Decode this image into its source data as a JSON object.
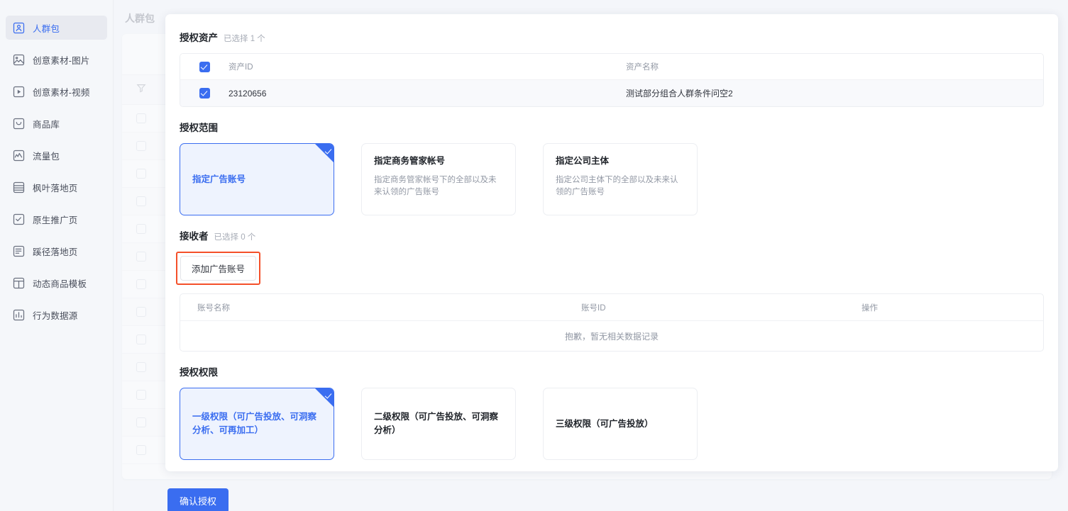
{
  "sidebar": {
    "items": [
      {
        "label": "人群包",
        "icon": "audience-icon",
        "active": true
      },
      {
        "label": "创意素材-图片",
        "icon": "image-icon",
        "active": false
      },
      {
        "label": "创意素材-视频",
        "icon": "video-icon",
        "active": false
      },
      {
        "label": "商品库",
        "icon": "product-icon",
        "active": false
      },
      {
        "label": "流量包",
        "icon": "traffic-icon",
        "active": false
      },
      {
        "label": "枫叶落地页",
        "icon": "pages-icon",
        "active": false
      },
      {
        "label": "原生推广页",
        "icon": "checkbox-icon",
        "active": false
      },
      {
        "label": "蹊径落地页",
        "icon": "document-icon",
        "active": false
      },
      {
        "label": "动态商品模板",
        "icon": "template-icon",
        "active": false
      },
      {
        "label": "行为数据源",
        "icon": "chart-icon",
        "active": false
      }
    ]
  },
  "background": {
    "page_title": "人群包"
  },
  "modal": {
    "asset_section": {
      "title": "授权资产",
      "subtitle": "已选择 1 个",
      "columns": [
        "资产ID",
        "资产名称"
      ],
      "rows": [
        {
          "id": "23120656",
          "name": "测试部分组合人群条件问空2",
          "checked": true
        }
      ],
      "header_checked": true
    },
    "scope_section": {
      "title": "授权范围",
      "options": [
        {
          "title": "指定广告账号",
          "desc": "",
          "selected": true
        },
        {
          "title": "指定商务管家帐号",
          "desc": "指定商务管家帐号下的全部以及未来认领的广告账号",
          "selected": false
        },
        {
          "title": "指定公司主体",
          "desc": "指定公司主体下的全部以及未来认领的广告账号",
          "selected": false
        }
      ]
    },
    "receiver_section": {
      "title": "接收者",
      "subtitle": "已选择 0 个",
      "add_button": "添加广告账号",
      "highlighted": true,
      "columns": [
        "账号名称",
        "账号ID",
        "操作"
      ],
      "empty_text": "抱歉，暂无相关数据记录"
    },
    "permission_section": {
      "title": "授权权限",
      "options": [
        {
          "title": "一级权限（可广告投放、可洞察分析、可再加工）",
          "selected": true
        },
        {
          "title": "二级权限（可广告投放、可洞察分析）",
          "selected": false
        },
        {
          "title": "三级权限（可广告投放）",
          "selected": false
        }
      ]
    },
    "confirm_button": "确认授权"
  },
  "colors": {
    "accent": "#3a6df0",
    "highlight": "#f4502a",
    "selected_bg": "#eef3fe"
  }
}
